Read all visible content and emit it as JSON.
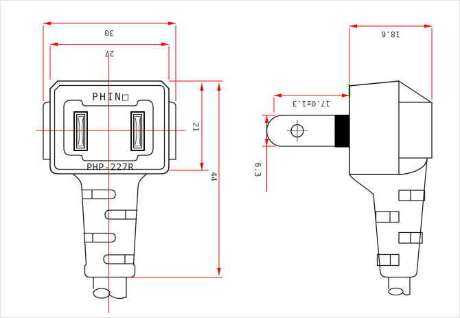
{
  "drawing": {
    "background_color": "#ffffff",
    "line_color": "#1c1c1c",
    "dimension_color": "#ff0000",
    "reference_mark_color": "#00cc00",
    "front_view": {
      "brand": "PHIN□",
      "model": "PHP-227R",
      "dim_overall_width": "30",
      "dim_body_width": "27",
      "dim_head_height": "21",
      "dim_overall_height": "44"
    },
    "side_view": {
      "dim_depth": "18.6",
      "dim_blade_length": "17.0±1.3",
      "dim_blade_width": "6.3"
    }
  }
}
